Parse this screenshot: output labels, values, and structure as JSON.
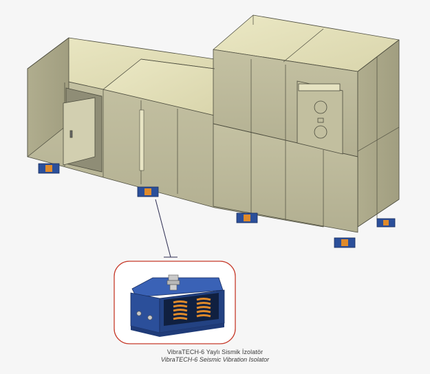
{
  "captions": {
    "line1": "VibraTECH-6 Yaylı Sismik İzolatör",
    "line2": "VibraTECH-6 Seismic Vibration Isolator"
  },
  "colors": {
    "background": "#f6f6f6",
    "panel_top": "#e3dfb6",
    "panel_front": "#bcb99a",
    "panel_side": "#a9a686",
    "edge": "#5a5a4a",
    "isolator_blue": "#2b4f9a",
    "spring_orange": "#e08a2a",
    "callout_border": "#c63a2a"
  },
  "icons": [
    "seismic-isolator",
    "spring-coil",
    "leveling-bolt"
  ]
}
